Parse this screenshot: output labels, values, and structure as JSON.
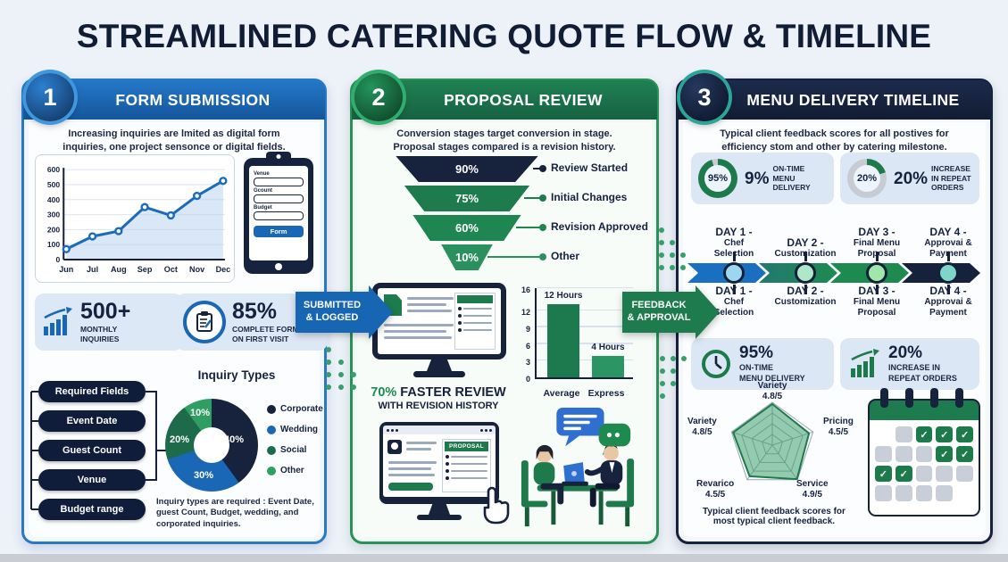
{
  "title": "STREAMLINED CATERING QUOTE FLOW & TIMELINE",
  "arrows": {
    "submitted": "SUBMITTED\n& LOGGED",
    "feedback": "FEEDBACK\n& APPROVAL"
  },
  "panels": {
    "p1": {
      "number": "1",
      "title": "FORM SUBMISSION",
      "subtitle": "Increasing inquiries are lmited as digital form\ninquiries, one project sensonce or digital fields.",
      "tablet": {
        "fields": [
          "Venue",
          "Gcount",
          "Budget"
        ],
        "button": "Form"
      },
      "stats": [
        {
          "value": "500+",
          "label": "MONTHLY\nINQUIRIES"
        },
        {
          "value": "85%",
          "label": "COMPLETE FORM\nON FIRST VISIT"
        }
      ],
      "pills": [
        "Required Fields",
        "Event Date",
        "Guest Count",
        "Venue",
        "Budget range"
      ],
      "inquiry_title": "Inquiry Types",
      "legend": [
        {
          "label": "Corporate",
          "color": "#17223c"
        },
        {
          "label": "Wedding",
          "color": "#1a68b5"
        },
        {
          "label": "Social",
          "color": "#1d6b4a"
        },
        {
          "label": "Other",
          "color": "#2e9e63"
        }
      ],
      "caption": "Inquiry types are required : Event Date,\nguest Count, Budget, wedding, and\ncorporated inquiries."
    },
    "p2": {
      "number": "2",
      "title": "PROPOSAL REVIEW",
      "subtitle": "Conversion stages target conversion in stage.\nProposal stages compared is a revision history.",
      "faster_value": "70%",
      "faster_rest": " FASTER REVIEW",
      "faster_line2": "WITH REVISION HISTORY",
      "proposal_tag": "PROPOSAL"
    },
    "p3": {
      "number": "3",
      "title": "MENU DELIVERY TIMELINE",
      "subtitle": "Typical client feedback scores for all postives for\nefficiency stom and other by catering milestone.",
      "gauges": [
        {
          "ring_text": "95%",
          "pct": 95,
          "value": "9%",
          "label": "ON-TIME\nMENU DELIVERY"
        },
        {
          "ring_text": "20%",
          "pct": 20,
          "value": "20%",
          "label": "INCREASE\nIN REPEAT ORDERS"
        }
      ],
      "timeline": [
        {
          "day": "DAY 1 -",
          "desc": "Chef\nSelection",
          "color": "#1a6fc0",
          "node": "#9bd8ef"
        },
        {
          "day": "DAY 2 -",
          "desc": "Customization",
          "color": "linear-gradient(90deg,#23786f,#1e8a50)",
          "node": "#aee8c8"
        },
        {
          "day": "DAY 3 -",
          "desc": "Final Menu\nProposal",
          "color": "#1e8a50",
          "node": "#9fe8a9"
        },
        {
          "day": "DAY 4 -",
          "desc": "Approvai &\nPayment",
          "color": "#16213b",
          "node": "#7fd6c8"
        }
      ],
      "stats": [
        {
          "value": "95%",
          "label": "ON-TIME\nMENU DELIVERY"
        },
        {
          "value": "20%",
          "label": "INCREASE IN\nREPEAT ORDERS"
        }
      ],
      "radar_caption": "Typical client feedback scores for\nmost typical client feedback.",
      "calendar": {
        "check_glyph": "✓",
        "rows": [
          [
            "none",
            "gray",
            "check",
            "check",
            "check"
          ],
          [
            "gray",
            "gray",
            "gray",
            "check",
            "check"
          ],
          [
            "check",
            "check",
            "gray",
            "gray",
            "gray"
          ],
          [
            "gray",
            "gray",
            "gray",
            "gray",
            "none"
          ]
        ]
      }
    }
  },
  "chart_data": [
    {
      "id": "monthly-inquiries",
      "type": "line",
      "x": [
        "Jun",
        "Jul",
        "Aug",
        "Sep",
        "Oct",
        "Nov",
        "Dec"
      ],
      "y": [
        70,
        155,
        190,
        350,
        295,
        425,
        525
      ],
      "ylim": [
        0,
        600
      ],
      "yticks": [
        0,
        100,
        200,
        300,
        400,
        500,
        600
      ],
      "color": "#1a6cb8",
      "area": true,
      "grid": true,
      "legend_position": "none"
    },
    {
      "id": "inquiry-types",
      "type": "pie",
      "title": "Inquiry Types",
      "labels": [
        "Corporate",
        "Wedding",
        "Social",
        "Other"
      ],
      "values": [
        40,
        30,
        20,
        10
      ],
      "labels_pct": [
        "40%",
        "30%",
        "20%",
        "10%"
      ],
      "colors": [
        "#17223c",
        "#1a68b5",
        "#1d6b4a",
        "#2e9e63"
      ]
    },
    {
      "id": "proposal-funnel",
      "type": "funnel",
      "stages": [
        "Review Started",
        "Initial Changes",
        "Revision Approved",
        "Other"
      ],
      "values": [
        90,
        75,
        60,
        10
      ],
      "value_labels": [
        "90%",
        "75%",
        "60%",
        "10%"
      ],
      "colors": [
        "#17223c",
        "#1e7b4d",
        "#1f8551",
        "#2a915e"
      ]
    },
    {
      "id": "review-time",
      "type": "bar",
      "categories": [
        "Average",
        "Express"
      ],
      "values": [
        13.2,
        3.8
      ],
      "value_labels": [
        "12 Hours",
        "4 Hours"
      ],
      "ylim": [
        0,
        16
      ],
      "yticks": [
        0,
        3,
        6,
        9,
        12,
        16
      ],
      "colors": [
        "#1d7a4e",
        "#2b9563"
      ],
      "grid": true
    },
    {
      "id": "client-feedback",
      "type": "radar",
      "axes": [
        "Variety",
        "Pricing",
        "Service",
        "Revarico",
        "Variety"
      ],
      "values": [
        4.8,
        4.5,
        4.9,
        4.5,
        4.8
      ],
      "max": 5,
      "scores": [
        "4.8/5",
        "4.5/5",
        "4.9/5",
        "4.5/5",
        "4.8/5"
      ],
      "axis_labels": [
        "Variety\n4.8/5",
        "Pricing\n4.5/5",
        "Service\n4.9/5",
        "Revarico\n4.5/5",
        "Variety\n4.8/5"
      ],
      "color": "#1d7a4a",
      "fill": "rgba(62,160,105,0.55)"
    }
  ]
}
